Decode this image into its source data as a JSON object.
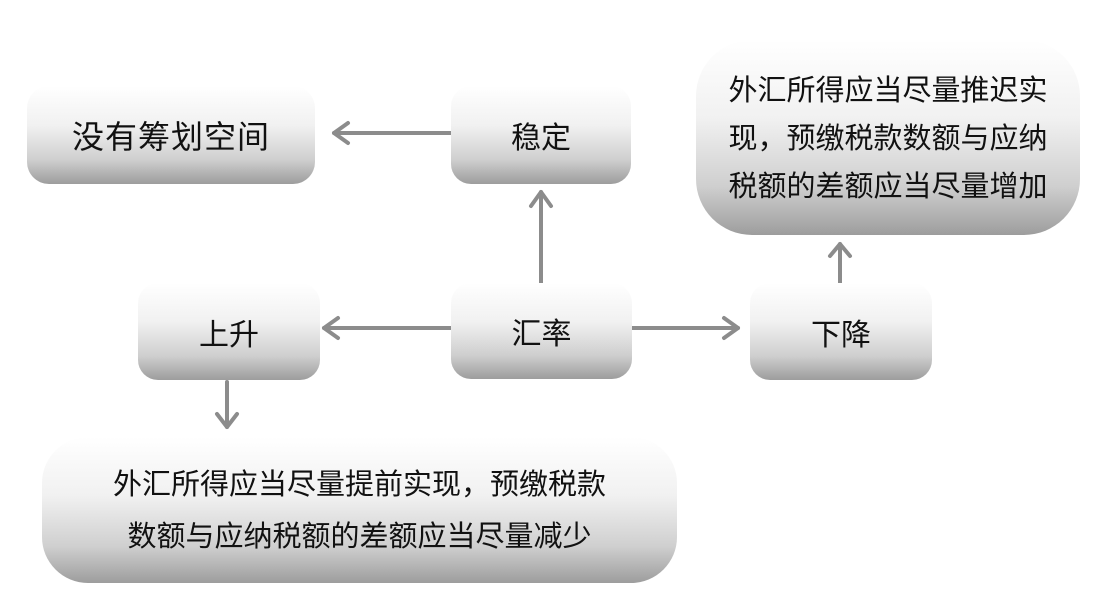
{
  "nodes": {
    "no_planning": "没有筹划空间",
    "stable": "稳定",
    "rate": "汇率",
    "rise": "上升",
    "fall": "下降",
    "rise_result": "外汇所得应当尽量提前实现，预缴税款数额与应纳税额的差额应当尽量减少",
    "fall_result": "外汇所得应当尽量推迟实现，预缴税款数额与应纳税额的差额应当尽量增加"
  },
  "colors": {
    "arrow": "#8c8c8c",
    "text": "#111111",
    "box_top": "#ffffff",
    "box_bottom": "#9d9d9d"
  }
}
